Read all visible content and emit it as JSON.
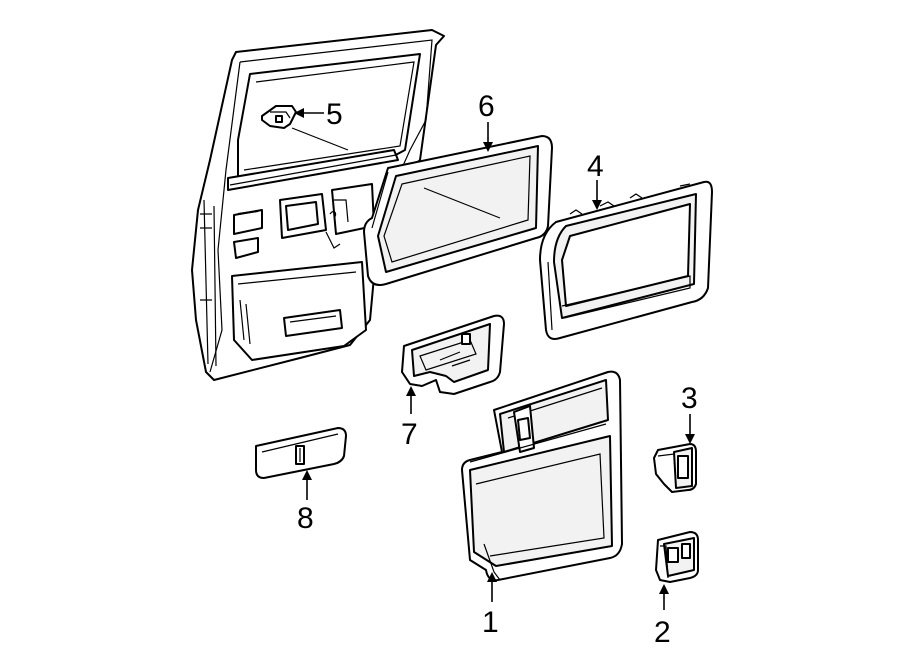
{
  "diagram": {
    "background": "#ffffff",
    "stroke_color": "#000000",
    "parts": [
      {
        "id": "1",
        "label": "1",
        "part": "door-trim-panel"
      },
      {
        "id": "2",
        "label": "2",
        "part": "switch-bezel"
      },
      {
        "id": "3",
        "label": "3",
        "part": "switch-bezel-small"
      },
      {
        "id": "4",
        "label": "4",
        "part": "upper-trim-panel"
      },
      {
        "id": "5",
        "label": "5",
        "part": "clip"
      },
      {
        "id": "6",
        "label": "6",
        "part": "window-garnish-molding"
      },
      {
        "id": "7",
        "label": "7",
        "part": "handle-bezel"
      },
      {
        "id": "8",
        "label": "8",
        "part": "pull-handle"
      }
    ]
  }
}
